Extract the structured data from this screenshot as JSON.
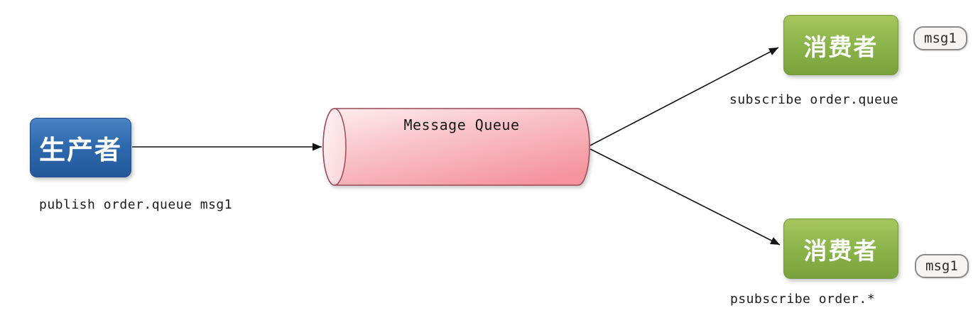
{
  "diagram": {
    "producer": {
      "label": "生产者",
      "caption": "publish order.queue msg1"
    },
    "queue": {
      "label": "Message Queue"
    },
    "consumers": [
      {
        "label": "消费者",
        "caption": "subscribe order.queue",
        "badge": "msg1"
      },
      {
        "label": "消费者",
        "caption": "psubscribe order.*",
        "badge": "msg1"
      }
    ],
    "palette": {
      "producer_blue_top": "#4a83c4",
      "producer_blue_bottom": "#24589b",
      "consumer_green_top": "#a6c75e",
      "consumer_green_bottom": "#7aa23c",
      "queue_pink_light": "#fdeef0",
      "queue_pink_dark": "#f5949d",
      "queue_border": "#9c4a58",
      "arrow_black": "#111111",
      "badge_background": "#f6f5f3",
      "badge_border": "#8b8b8b"
    }
  }
}
